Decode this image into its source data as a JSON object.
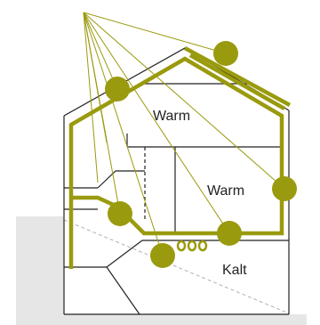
{
  "diagram": {
    "labels": {
      "warm_upper": "Warm",
      "warm_middle": "Warm",
      "cold": "Kalt"
    },
    "colors": {
      "accent": "#9a9a0e",
      "outline": "#222222",
      "ground": "#e6e6e6",
      "ground_line": "#b0b0b0"
    }
  }
}
